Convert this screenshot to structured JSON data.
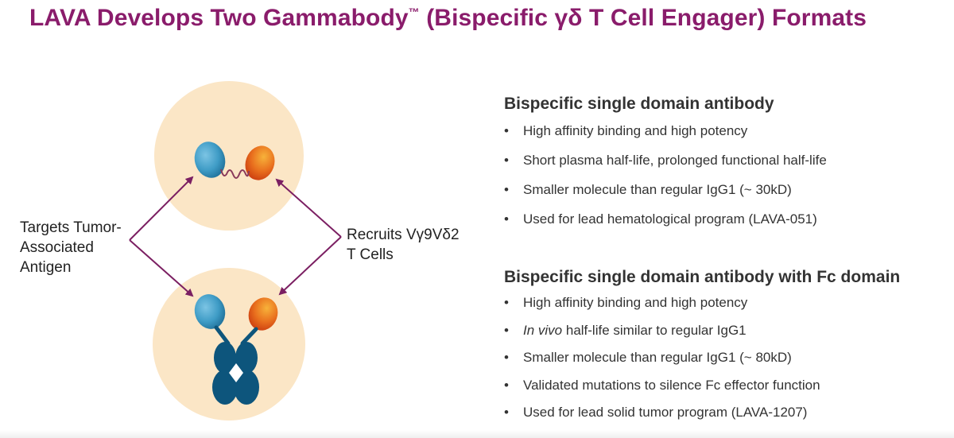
{
  "title": {
    "prefix": "LAVA Develops Two Gammabody",
    "tm": "™",
    "suffix": " (Bispecific γδ T Cell Engager) Formats"
  },
  "diagram": {
    "left_label": [
      "Targets Tumor-",
      "Associated",
      "Antigen"
    ],
    "right_label": [
      "Recruits Vγ9Vδ2",
      "T Cells"
    ],
    "colors": {
      "circle": "#fbe6c6",
      "arrow": "#7b1f62",
      "blue_domain": "#3f9cc6",
      "orange_domain": "#e4581d",
      "fc_domain": "#0d557c"
    }
  },
  "sections": [
    {
      "heading": "Bispecific single domain antibody",
      "bullets": [
        {
          "text": "High affinity binding and high potency"
        },
        {
          "text": "Short plasma half-life, prolonged functional half-life"
        },
        {
          "text": "Smaller molecule than regular IgG1 (~ 30kD)"
        },
        {
          "text": "Used for lead hematological program (LAVA-051)"
        }
      ]
    },
    {
      "heading": "Bispecific single domain antibody with Fc domain",
      "bullets": [
        {
          "text": "High affinity binding and high potency"
        },
        {
          "italic": "In vivo",
          "text": " half-life similar to regular IgG1"
        },
        {
          "text": "Smaller molecule than regular IgG1 (~ 80kD)"
        },
        {
          "text": "Validated mutations to silence Fc effector function"
        },
        {
          "text": "Used for lead solid tumor program (LAVA-1207)"
        }
      ]
    }
  ],
  "bullet_char": "•"
}
